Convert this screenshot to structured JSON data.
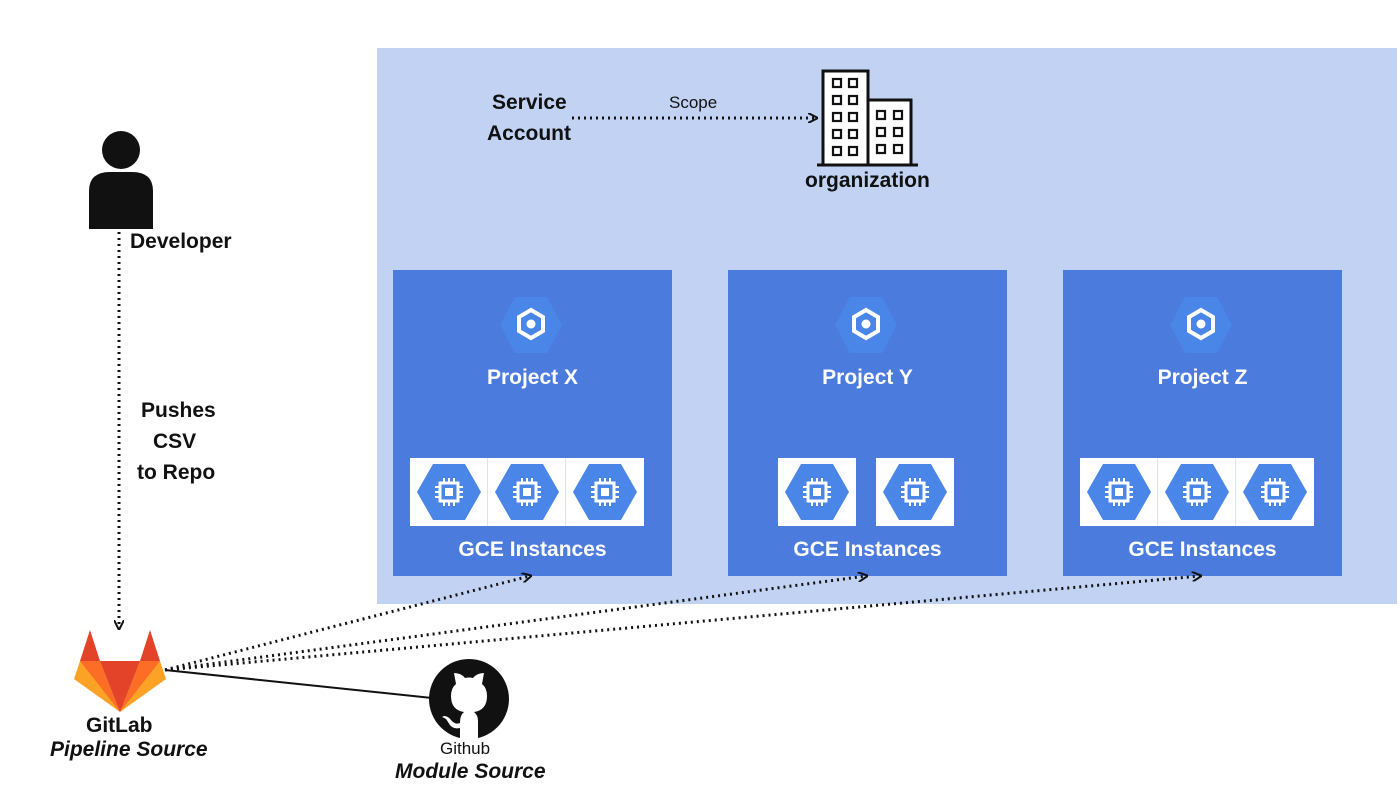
{
  "developer": {
    "label": "Developer"
  },
  "push": {
    "line1": "Pushes",
    "line2": "CSV",
    "line3": "to Repo"
  },
  "service_account": {
    "line1": "Service",
    "line2": "Account",
    "scope_label": "Scope"
  },
  "organization": {
    "label": "organization"
  },
  "projects": [
    {
      "title": "Project X",
      "gce_label": "GCE Instances",
      "instance_count": 3
    },
    {
      "title": "Project Y",
      "gce_label": "GCE Instances",
      "instance_count": 2
    },
    {
      "title": "Project Z",
      "gce_label": "GCE Instances",
      "instance_count": 3
    }
  ],
  "gitlab": {
    "name": "GitLab",
    "role": "Pipeline Source"
  },
  "github": {
    "name": "Github",
    "role": "Module Source"
  },
  "colors": {
    "org_panel": "#c1d2f3",
    "project_box": "#4b7bdc",
    "hex_blue": "#4a86e8",
    "gitlab_orange": "#e24329",
    "gitlab_light": "#fca326",
    "gitlab_mid": "#fc6d26"
  }
}
